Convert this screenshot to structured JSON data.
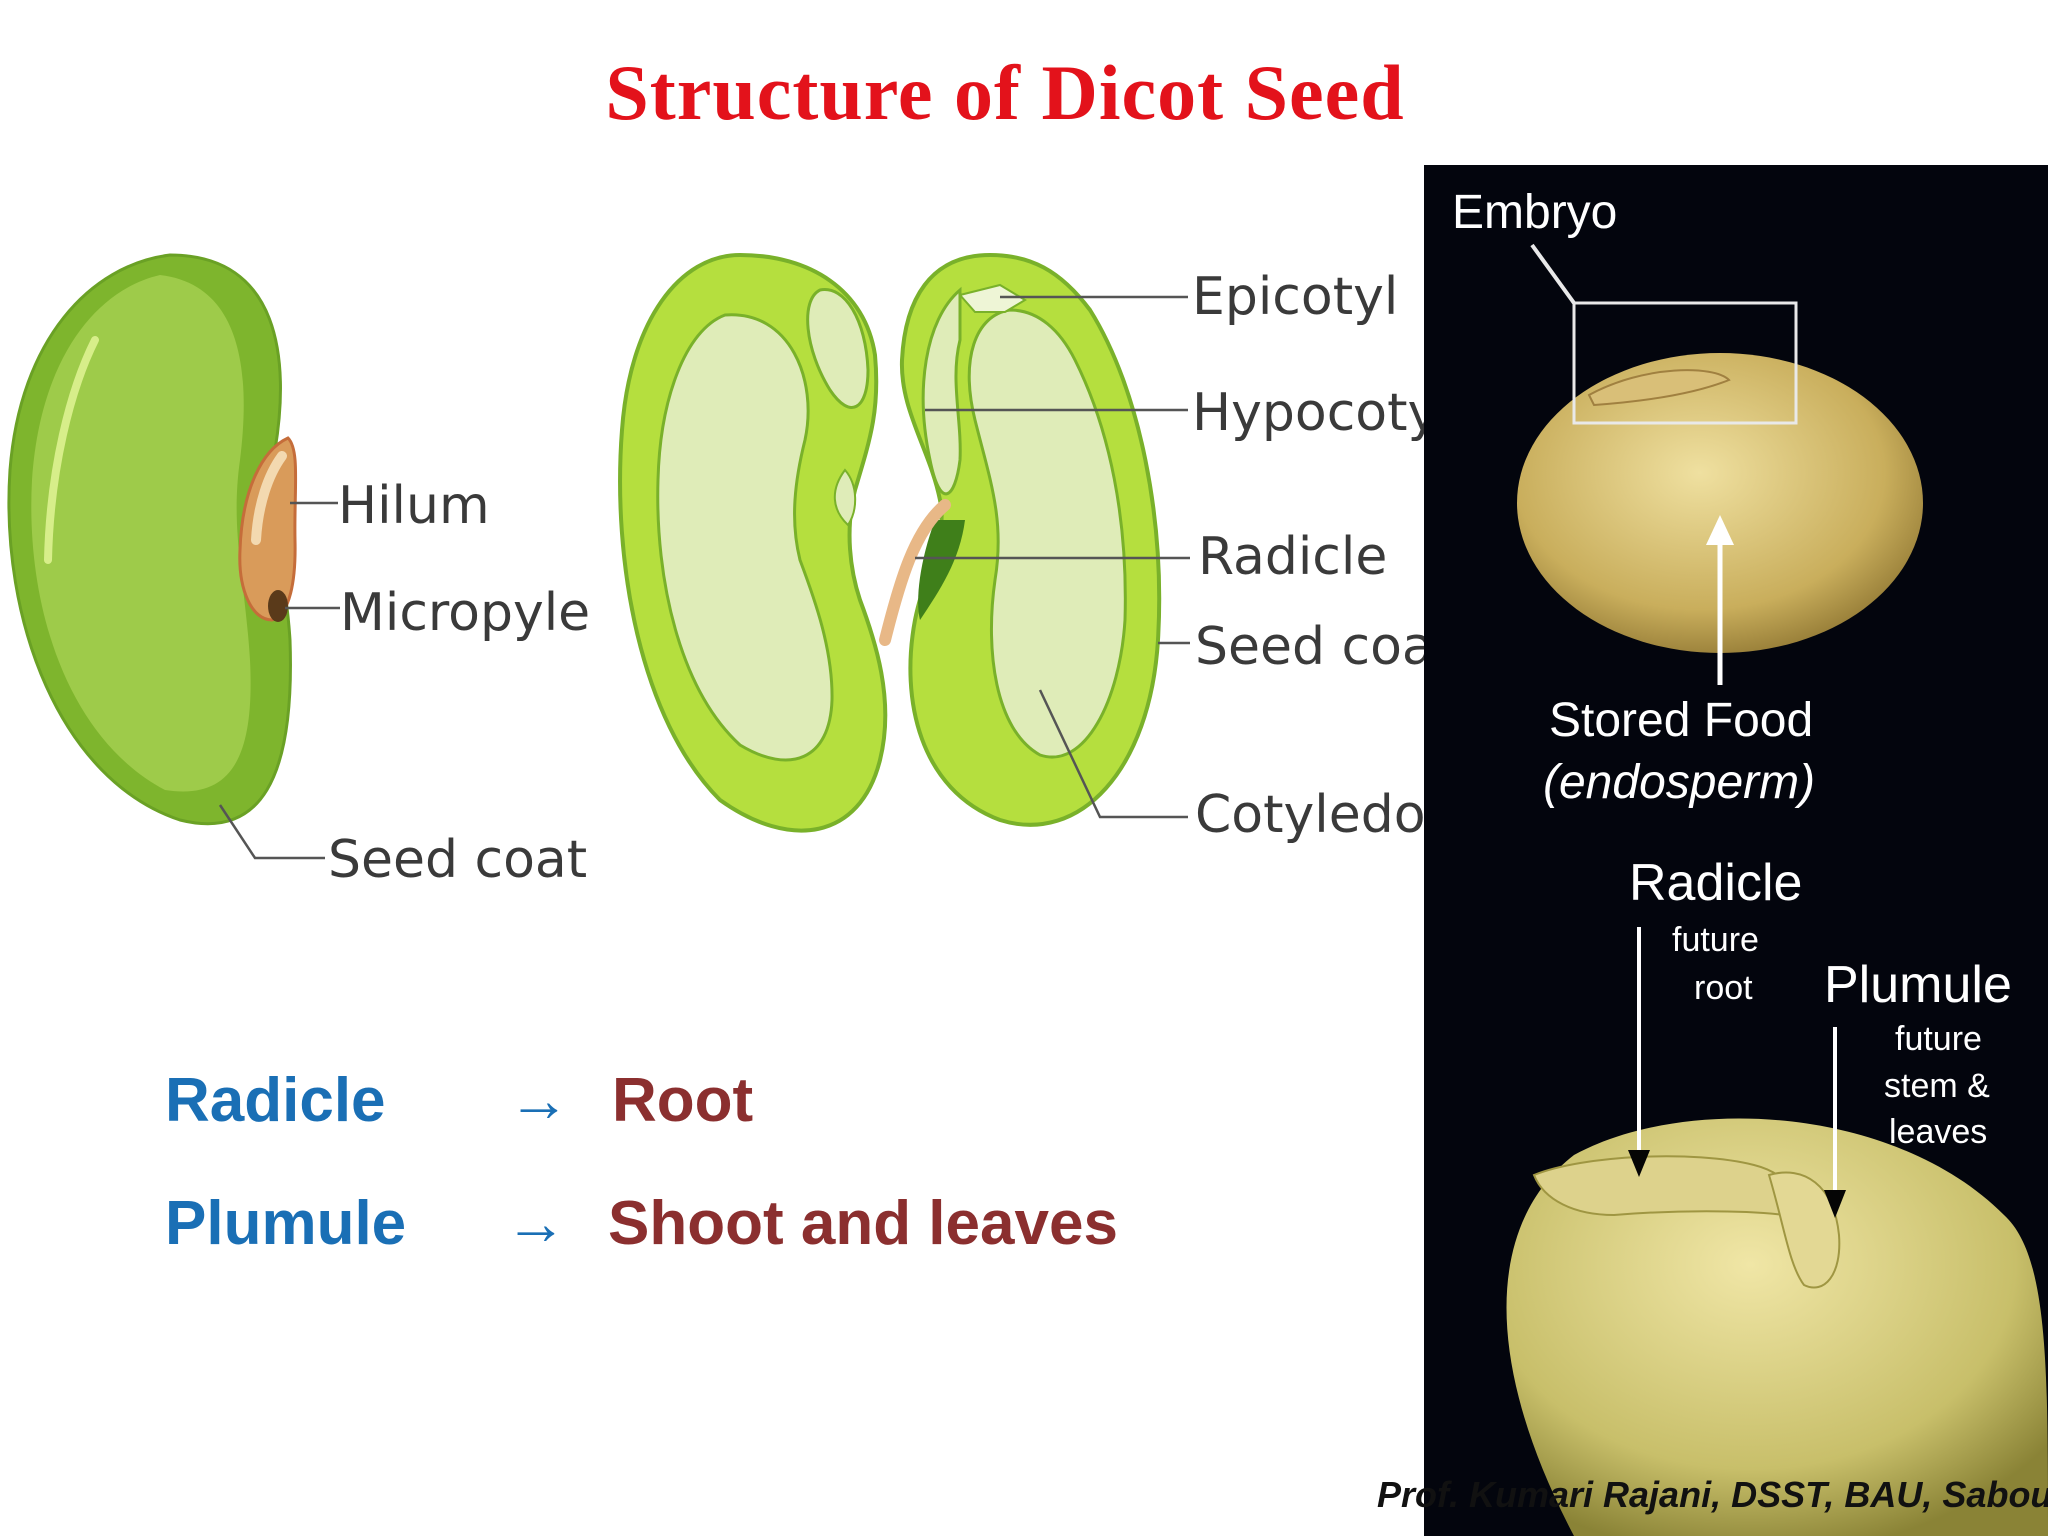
{
  "title": "Structure of Dicot Seed",
  "whole_seed": {
    "labels": {
      "hilum": "Hilum",
      "micropyle": "Micropyle",
      "seed_coat": "Seed coat"
    }
  },
  "split_seed": {
    "labels": {
      "epicotyl": "Epicotyl",
      "hypocotyl": "Hypocotyl",
      "radicle": "Radicle",
      "seed_coat": "Seed coat",
      "cotyledon": "Cotyledon"
    }
  },
  "mapping": [
    {
      "term": "Radicle",
      "arrow": "→",
      "result": "Root"
    },
    {
      "term": "Plumule",
      "arrow": "→",
      "result": "Shoot and leaves"
    }
  ],
  "photo": {
    "embryo": "Embryo",
    "stored_food": "Stored Food",
    "endosperm": "(endosperm)",
    "radicle": "Radicle",
    "radicle_note_1": "future",
    "radicle_note_2": "root",
    "plumule": "Plumule",
    "plumule_note_1": "future",
    "plumule_note_2": "stem &",
    "plumule_note_3": "leaves"
  },
  "credit": "Prof. Kumari Rajani, DSST, BAU, Sabour",
  "colors": {
    "title": "#e3121b",
    "term": "#1a6fb5",
    "result": "#8b2f2f",
    "seed_dark": "#79b12a",
    "seed_light": "#b5df3e",
    "cotyledon": "#dfecb8"
  }
}
